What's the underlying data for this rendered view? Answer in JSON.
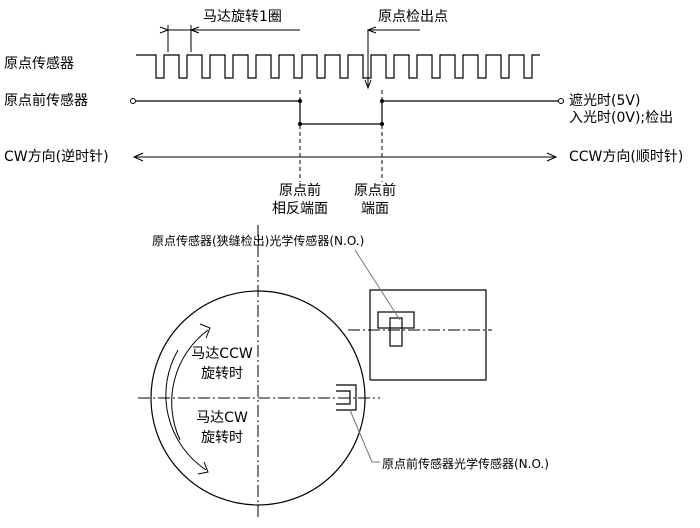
{
  "timing": {
    "motor_one_rev": "马达旋转1圈",
    "origin_detect_point": "原点检出点",
    "origin_sensor": "原点传感器",
    "pre_origin_sensor": "原点前传感器",
    "shaded_5v": "遮光时(5V)",
    "lit_0v_detect": "入光时(0V);检出",
    "cw_direction": "CW方向(逆时针)",
    "ccw_direction": "CCW方向(顺时针)",
    "pre_origin_far_edge_line1": "原点前",
    "pre_origin_far_edge_line2": "相反端面",
    "pre_origin_edge_line1": "原点前",
    "pre_origin_edge_line2": "端面"
  },
  "mechanism": {
    "slit_sensor_label": "原点传感器(狭缝检出)光学传感器(N.O.)",
    "pre_origin_optical_label": "原点前传感器光学传感器(N.O.)",
    "motor_ccw_line1": "马达CCW",
    "motor_ccw_line2": "旋转时",
    "motor_cw_line1": "马达CW",
    "motor_cw_line2": "旋转时"
  }
}
